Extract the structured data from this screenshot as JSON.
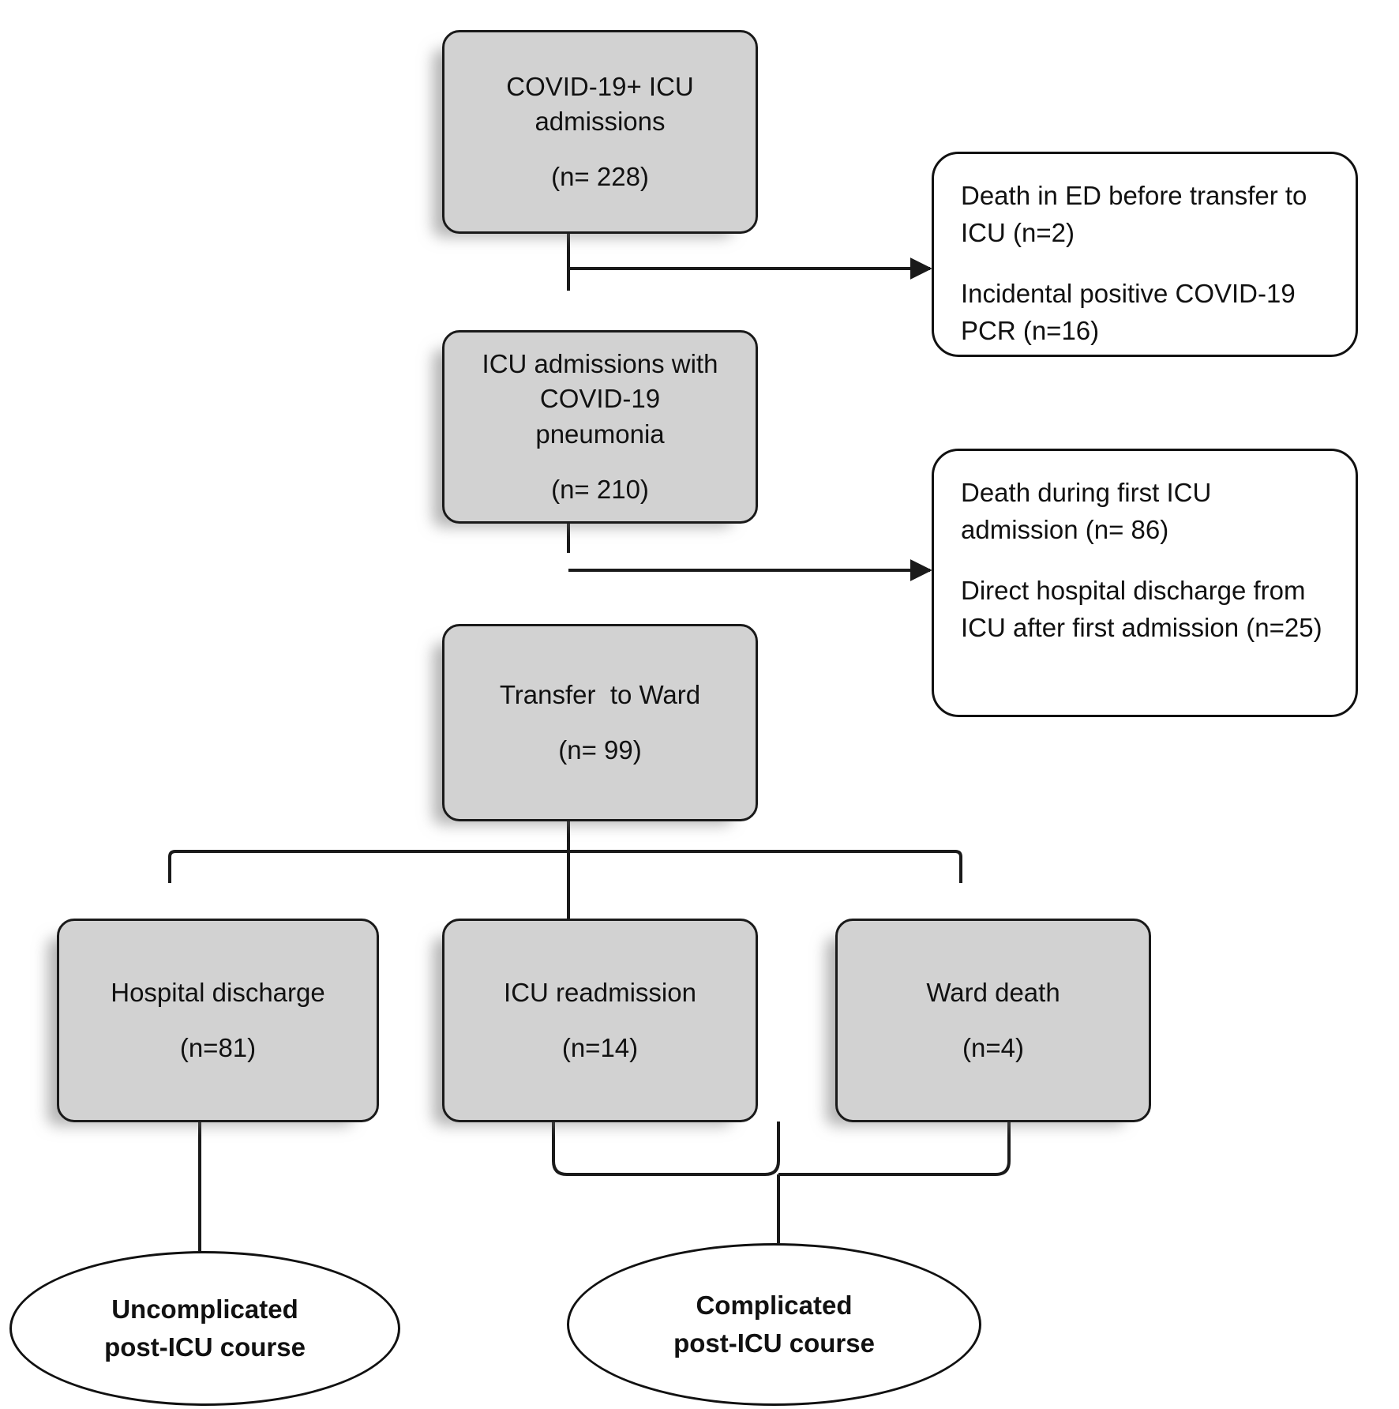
{
  "figure": {
    "type": "flowchart",
    "subject": "COVID-19 ICU patient flow / CONSORT-style diagram"
  },
  "nodes": {
    "n1": {
      "id": "covid-icu-admissions",
      "shape": "process-box",
      "line1": "COVID-19+ ICU",
      "line2": "admissions",
      "count": "(n= 228)"
    },
    "n2": {
      "id": "icu-admissions-pneumonia",
      "shape": "process-box",
      "line1": "ICU admissions with",
      "line2": "COVID-19",
      "line3": "pneumonia",
      "count": "(n= 210)"
    },
    "n3": {
      "id": "transfer-to-ward",
      "shape": "process-box",
      "line1": "Transfer  to Ward",
      "count": "(n= 99)"
    },
    "n4": {
      "id": "hospital-discharge",
      "shape": "process-box",
      "line1": "Hospital discharge",
      "count": "(n=81)"
    },
    "n5": {
      "id": "icu-readmission",
      "shape": "process-box",
      "line1": "ICU readmission",
      "count": "(n=14)"
    },
    "n6": {
      "id": "ward-death",
      "shape": "process-box",
      "line1": "Ward death",
      "count": "(n=4)"
    }
  },
  "exclusions": {
    "x1": {
      "id": "exclusion-box-1",
      "shape": "rounded-box",
      "item1": "Death in ED before transfer to ICU (n=2)",
      "item2": "Incidental positive COVID-19 PCR (n=16)"
    },
    "x2": {
      "id": "exclusion-box-2",
      "shape": "rounded-box",
      "item1": "Death during first ICU admission (n= 86)",
      "item2": "Direct hospital discharge from ICU after first admission (n=25)"
    }
  },
  "outcomes": {
    "o1": {
      "id": "uncomplicated-outcome",
      "shape": "ellipse",
      "line1": "Uncomplicated",
      "line2": "post-ICU course"
    },
    "o2": {
      "id": "complicated-outcome",
      "shape": "ellipse",
      "line1": "Complicated",
      "line2": "post-ICU course"
    }
  },
  "colors": {
    "box_fill": "#d2d2d2",
    "box_stroke": "#1a1a1a",
    "background": "#ffffff",
    "text": "#111111",
    "connector": "#1a1a1a"
  }
}
